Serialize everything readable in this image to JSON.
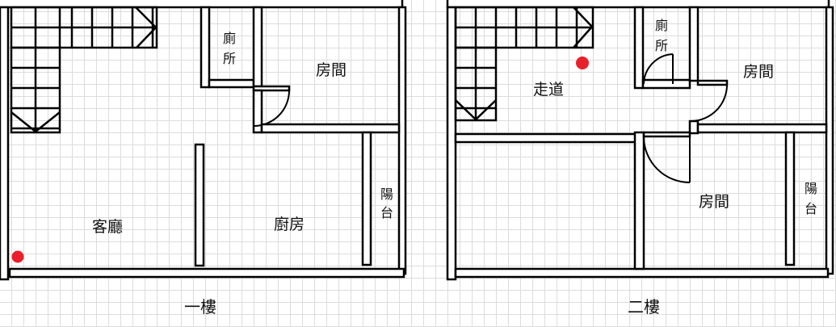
{
  "floors": [
    {
      "caption": "一樓",
      "rooms": {
        "toilet": [
          "廁",
          "所"
        ],
        "bedroom": "房間",
        "living_room": "客廳",
        "kitchen": "廚房",
        "balcony": [
          "陽",
          "台"
        ]
      }
    },
    {
      "caption": "二樓",
      "rooms": {
        "toilet": [
          "廁",
          "所"
        ],
        "corridor": "走道",
        "bedroom1": "房間",
        "bedroom2": "房間",
        "balcony": [
          "陽",
          "台"
        ]
      }
    }
  ],
  "colors": {
    "marker": "#e8202a",
    "wall": "#000000",
    "grid": "#dcdcdc"
  }
}
